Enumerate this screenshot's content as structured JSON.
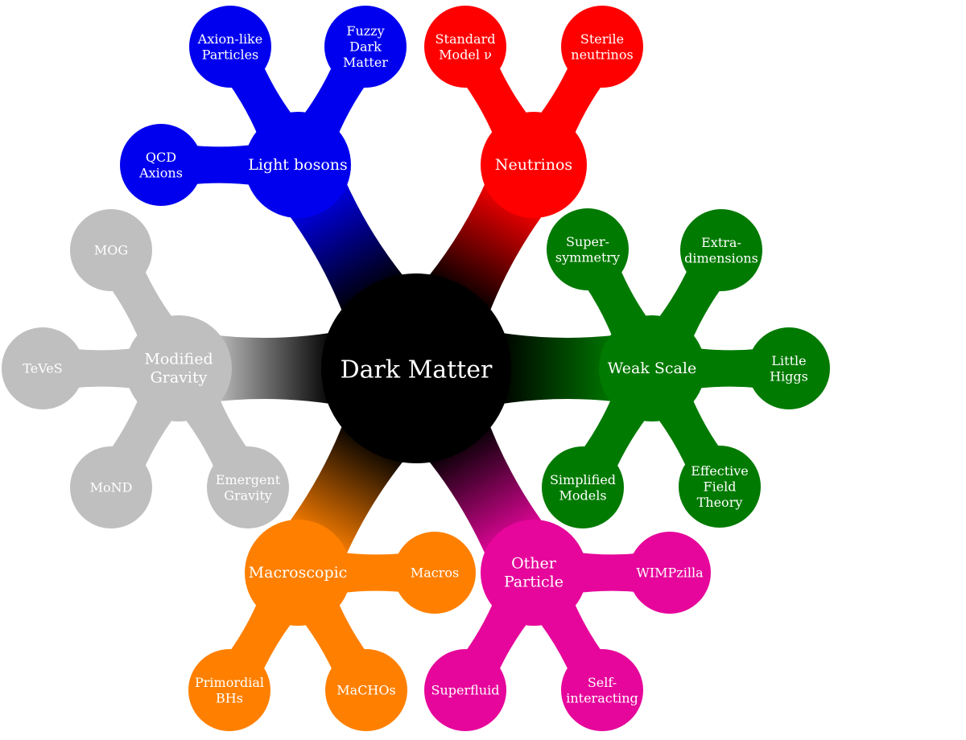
{
  "diagram": {
    "root": {
      "label": [
        "Dark Matter"
      ],
      "color": "#000000"
    },
    "branches": [
      {
        "id": "light-bosons",
        "label": [
          "Light bosons"
        ],
        "color": "#0000ee",
        "children": [
          {
            "id": "qcd-axions",
            "label": [
              "QCD",
              "Axions"
            ]
          },
          {
            "id": "axion-like-particles",
            "label": [
              "Axion-like",
              "Particles"
            ]
          },
          {
            "id": "fuzzy-dark-matter",
            "label": [
              "Fuzzy",
              "Dark",
              "Matter"
            ]
          }
        ]
      },
      {
        "id": "neutrinos",
        "label": [
          "Neutrinos"
        ],
        "color": "#ff0000",
        "children": [
          {
            "id": "standard-model-nu",
            "label": [
              "Standard",
              "Model ν"
            ]
          },
          {
            "id": "sterile-neutrinos",
            "label": [
              "Sterile",
              "neutrinos"
            ]
          }
        ]
      },
      {
        "id": "weak-scale",
        "label": [
          "Weak Scale"
        ],
        "color": "#007a00",
        "children": [
          {
            "id": "supersymmetry",
            "label": [
              "Super-",
              "symmetry"
            ]
          },
          {
            "id": "extra-dimensions",
            "label": [
              "Extra-",
              "dimensions"
            ]
          },
          {
            "id": "little-higgs",
            "label": [
              "Little",
              "Higgs"
            ]
          },
          {
            "id": "effective-field-theory",
            "label": [
              "Effective",
              "Field",
              "Theory"
            ]
          },
          {
            "id": "simplified-models",
            "label": [
              "Simplified",
              "Models"
            ]
          }
        ]
      },
      {
        "id": "other-particle",
        "label": [
          "Other",
          "Particle"
        ],
        "color": "#e6069b",
        "children": [
          {
            "id": "wimpzilla",
            "label": [
              "WIMPzilla"
            ]
          },
          {
            "id": "self-interacting",
            "label": [
              "Self-",
              "interacting"
            ]
          },
          {
            "id": "superfluid",
            "label": [
              "Superfluid"
            ]
          }
        ]
      },
      {
        "id": "macroscopic",
        "label": [
          "Macroscopic"
        ],
        "color": "#ff8000",
        "children": [
          {
            "id": "macros",
            "label": [
              "Macros"
            ]
          },
          {
            "id": "machos",
            "label": [
              "MaCHOs"
            ]
          },
          {
            "id": "primordial-bhs",
            "label": [
              "Primordial",
              "BHs"
            ]
          }
        ]
      },
      {
        "id": "modified-gravity",
        "label": [
          "Modified",
          "Gravity"
        ],
        "color": "#bfbfbf",
        "children": [
          {
            "id": "mog",
            "label": [
              "MOG"
            ]
          },
          {
            "id": "teves",
            "label": [
              "TeVeS"
            ]
          },
          {
            "id": "mond",
            "label": [
              "MoND"
            ]
          },
          {
            "id": "emergent-gravity",
            "label": [
              "Emergent",
              "Gravity"
            ]
          }
        ]
      }
    ]
  }
}
